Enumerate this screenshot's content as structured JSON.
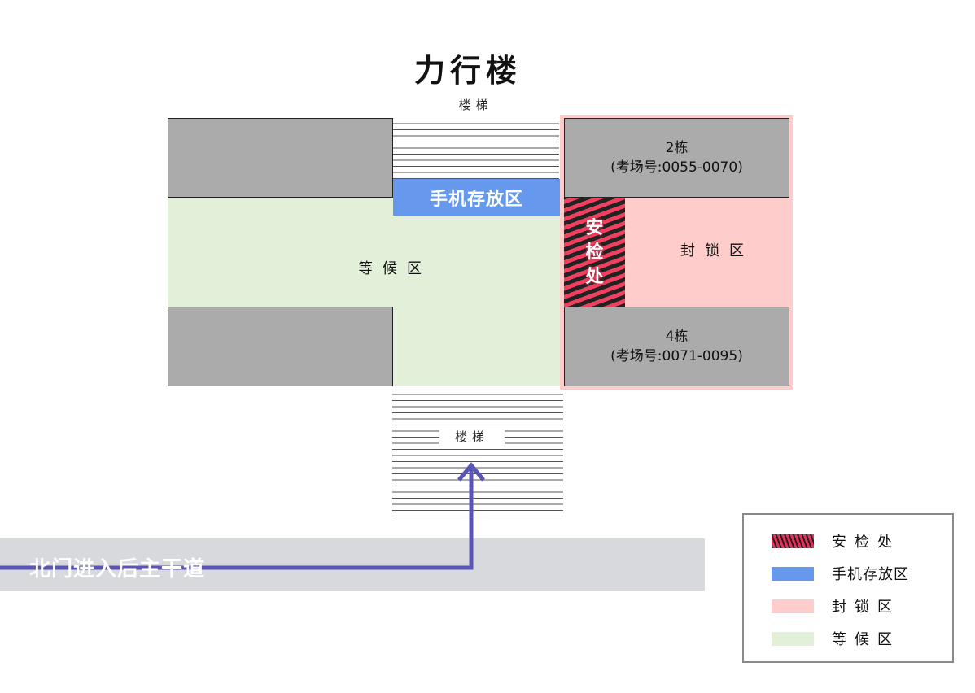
{
  "title": "力行楼",
  "stairs_top_label": "楼梯",
  "stairs_bottom_label": "楼梯",
  "phone_storage_label": "手机存放区",
  "waiting_area_label": "等候区",
  "building_2": {
    "name": "2栋",
    "exam_range": "(考场号:0055-0070)"
  },
  "building_4": {
    "name": "4栋",
    "exam_range": "(考场号:0071-0095)"
  },
  "security": {
    "chars": [
      "安",
      "检",
      "处"
    ]
  },
  "locked_area_label": "封锁区",
  "road_label": "北门进入后主干道",
  "colors": {
    "waiting": "#e2efd9",
    "locked": "#ffcccc",
    "phone_storage": "#6699ee",
    "security_red": "#f04060",
    "block_gray": "#ababab",
    "route_arrow": "#5a55b5",
    "road": "#d7d9dc"
  },
  "legend": {
    "items": [
      {
        "label": "安检处",
        "swatch": "security-stripes"
      },
      {
        "label": "手机存放区",
        "swatch": "#6699ee"
      },
      {
        "label": "封锁区",
        "swatch": "#ffcccc"
      },
      {
        "label": "等候区",
        "swatch": "#e2efd9"
      }
    ]
  }
}
